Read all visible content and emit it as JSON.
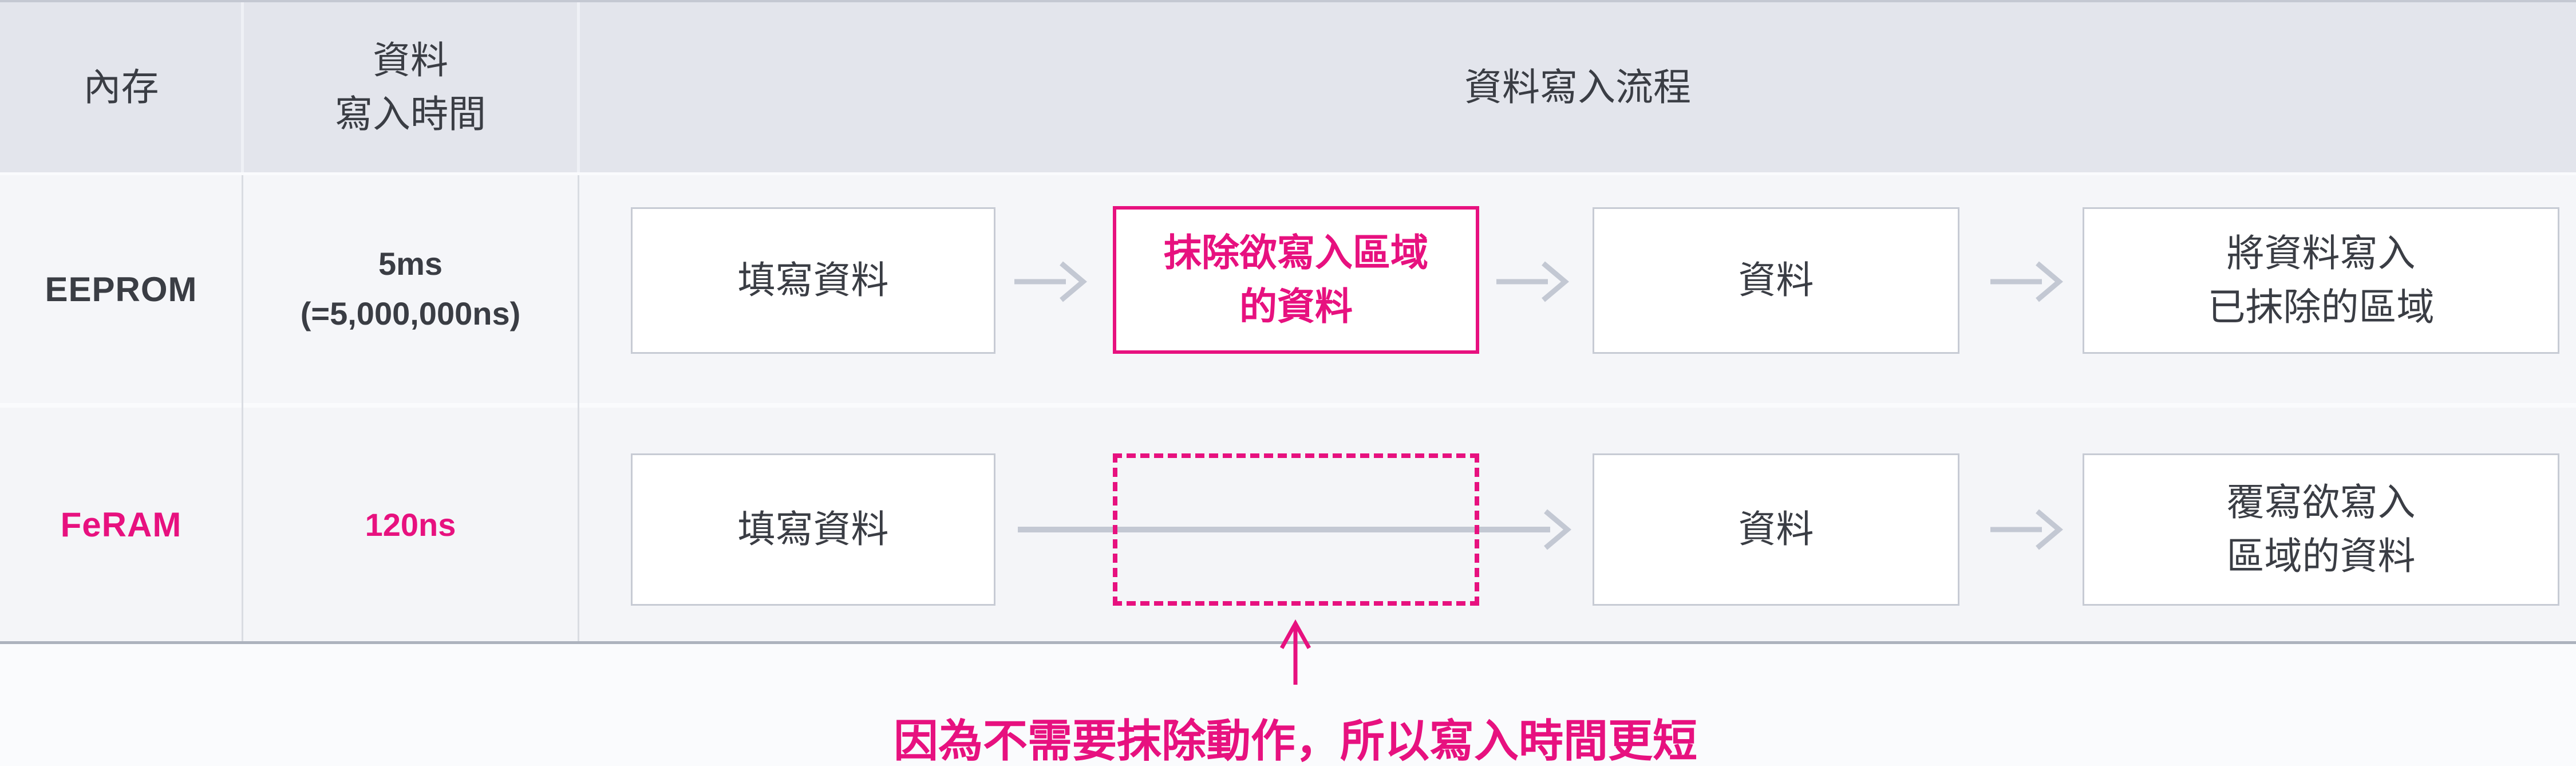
{
  "colors": {
    "pink_accent": "#E7117F",
    "text_dark": "#3A3D44",
    "header_bg": "#E3E5EC",
    "row_bg": "#F5F6F9",
    "box_bg": "#FFFFFF",
    "box_border": "#C7CBD4",
    "arrow_gray": "#C3C8D3",
    "table_top_border": "#C4C8D2",
    "table_bottom_border": "#ACB2BD",
    "page_bg": "#FAFBFD"
  },
  "header": {
    "memory": "內存",
    "write_time_line1": "資料",
    "write_time_line2": "寫入時間",
    "flow": "資料寫入流程"
  },
  "rows": [
    {
      "memory": "EEPROM",
      "time_line1": "5ms",
      "time_line2": "(=5,000,000ns)",
      "steps": {
        "step1": "填寫資料",
        "erase_line1": "抹除欲寫入區域",
        "erase_line2": "的資料",
        "step3": "資料",
        "step4_line1": "將資料寫入",
        "step4_line2": "已抹除的區域"
      }
    },
    {
      "memory": "FeRAM",
      "time": "120ns",
      "steps": {
        "step1": "填寫資料",
        "step3": "資料",
        "step4_line1": "覆寫欲寫入",
        "step4_line2": "區域的資料"
      }
    }
  ],
  "annotation": "因為不需要抹除動作，所以寫入時間更短",
  "icons": {
    "flow_arrow": "→",
    "up_arrow": "↑"
  }
}
